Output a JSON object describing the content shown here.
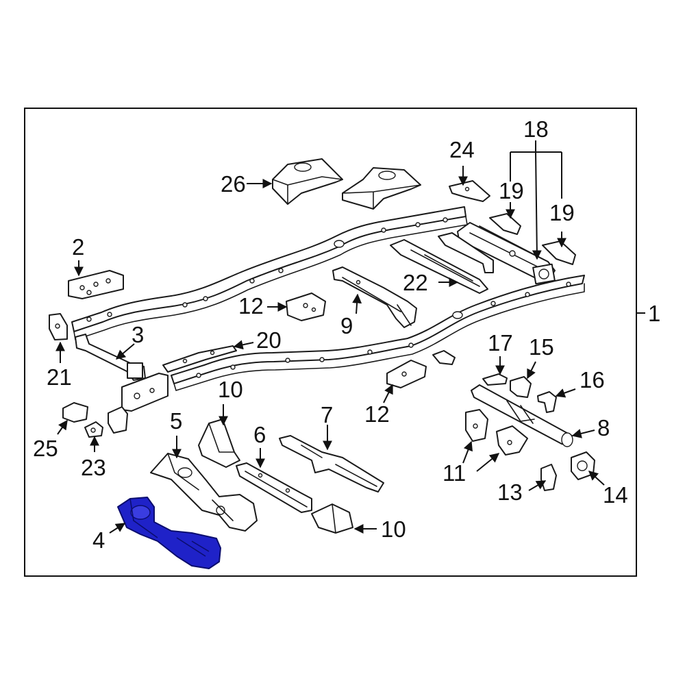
{
  "highlight_color": "#1f22c8",
  "callouts": {
    "c1": "1",
    "c2": "2",
    "c3": "3",
    "c4": "4",
    "c5": "5",
    "c6": "6",
    "c7": "7",
    "c8": "8",
    "c9": "9",
    "c10a": "10",
    "c10b": "10",
    "c11": "11",
    "c12a": "12",
    "c12b": "12",
    "c13": "13",
    "c14": "14",
    "c15": "15",
    "c16": "16",
    "c17": "17",
    "c18": "18",
    "c19a": "19",
    "c19b": "19",
    "c20": "20",
    "c21": "21",
    "c22": "22",
    "c23": "23",
    "c24": "24",
    "c25": "25",
    "c26": "26"
  }
}
